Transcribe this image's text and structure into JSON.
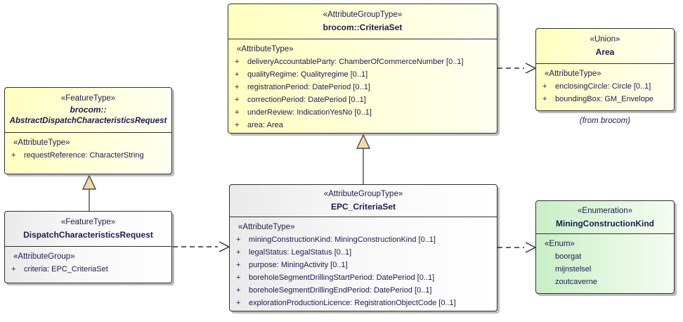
{
  "diagram": {
    "kind": "UML class diagram",
    "colors": {
      "class_yellow": "#ffffc8",
      "class_white": "#f0f0f0",
      "enum_green": "#d4f2d0",
      "generalization_arrow_fill": "#f2d9a7",
      "border": "#2f2f2f",
      "text": "#1c1c50"
    }
  },
  "classes": {
    "criteria_set": {
      "stereotype": "«AttributeGroupType»",
      "name": "brocom::CriteriaSet",
      "section_label": "«AttributeType»",
      "attributes": [
        {
          "vis": "+",
          "text": "deliveryAccountableParty: ChamberOfCommerceNumber [0..1]"
        },
        {
          "vis": "+",
          "text": "qualityRegime: Qualityregime [0..1]"
        },
        {
          "vis": "+",
          "text": "registrationPeriod: DatePeriod [0..1]"
        },
        {
          "vis": "+",
          "text": "correctionPeriod: DatePeriod [0..1]"
        },
        {
          "vis": "+",
          "text": "underReview: IndicationYesNo [0..1]"
        },
        {
          "vis": "+",
          "text": "area: Area"
        }
      ]
    },
    "area": {
      "stereotype": "«Union»",
      "name": "Area",
      "section_label": "«AttributeType»",
      "attributes": [
        {
          "vis": "+",
          "text": "enclosingCircle: Circle [0..1]"
        },
        {
          "vis": "+",
          "text": "boundingBox: GM_Envelope"
        }
      ],
      "note": "(from brocom)"
    },
    "abstract_request": {
      "stereotype": "«FeatureType»",
      "name_line1": "brocom::",
      "name_line2": "AbstractDispatchCharacteristicsRequest",
      "section_label": "«AttributeType»",
      "attributes": [
        {
          "vis": "+",
          "text": "requestReference: CharacterString"
        }
      ]
    },
    "dispatch_request": {
      "stereotype": "«FeatureType»",
      "name": "DispatchCharacteristicsRequest",
      "section_label": "«AttributeGroup»",
      "attributes": [
        {
          "vis": "+",
          "text": "criteria: EPC_CriteriaSet"
        }
      ]
    },
    "epc_criteria_set": {
      "stereotype": "«AttributeGroupType»",
      "name": "EPC_CriteriaSet",
      "section_label": "«AttributeType»",
      "attributes": [
        {
          "vis": "+",
          "text": "miningConstructionKind: MiningConstructionKind [0..1]"
        },
        {
          "vis": "+",
          "text": "legalStatus: LegalStatus [0..1]"
        },
        {
          "vis": "+",
          "text": "purpose: MiningActivity [0..1]"
        },
        {
          "vis": "+",
          "text": "boreholeSegmentDrillingStartPeriod: DatePeriod [0..1]"
        },
        {
          "vis": "+",
          "text": "boreholeSegmentDrillingEndPeriod: DatePeriod [0..1]"
        },
        {
          "vis": "+",
          "text": "explorationProductionLicence: RegistrationObjectCode [0..1]"
        }
      ]
    },
    "mining_construction_kind": {
      "stereotype": "«Enumeration»",
      "name": "MiningConstructionKind",
      "section_label": "«Enum»",
      "attributes": [
        {
          "vis": "",
          "text": "boorgat"
        },
        {
          "vis": "",
          "text": "mijnstelsel"
        },
        {
          "vis": "",
          "text": "zoutcaverne"
        }
      ]
    }
  },
  "relationships": [
    {
      "type": "dependency",
      "from": "brocom::CriteriaSet",
      "to": "Area"
    },
    {
      "type": "generalization",
      "from": "EPC_CriteriaSet",
      "to": "brocom::CriteriaSet"
    },
    {
      "type": "generalization",
      "from": "DispatchCharacteristicsRequest",
      "to": "brocom::AbstractDispatchCharacteristicsRequest"
    },
    {
      "type": "dependency",
      "from": "DispatchCharacteristicsRequest",
      "to": "EPC_CriteriaSet"
    },
    {
      "type": "dependency",
      "from": "EPC_CriteriaSet",
      "to": "MiningConstructionKind"
    }
  ]
}
